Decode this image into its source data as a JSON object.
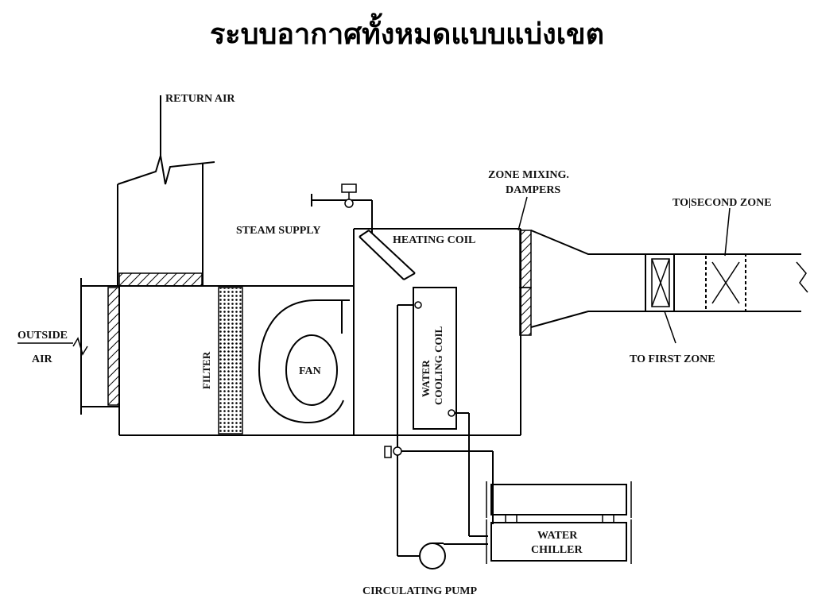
{
  "title": "ระบบอากาศทั้งหมดแบบแบ่งเขต",
  "diagram": {
    "labels": {
      "return_air": "RETURN AIR",
      "steam_supply": "STEAM SUPPLY",
      "heating_coil": "HEATING COIL",
      "zone_mixing_line1": "ZONE MIXING.",
      "zone_mixing_line2": "DAMPERS",
      "to_second_zone": "TO|SECOND ZONE",
      "outside_air_line1": "OUTSIDE",
      "outside_air_line2": "AIR",
      "filter": "FILTER",
      "fan": "FAN",
      "water_cooling_line1": "WATER",
      "water_cooling_line2": "COOLING COIL",
      "to_first_zone": "TO FIRST ZONE",
      "water_chiller_line1": "WATER",
      "water_chiller_line2": "CHILLER",
      "circulating_pump": "CIRCULATING PUMP"
    }
  }
}
